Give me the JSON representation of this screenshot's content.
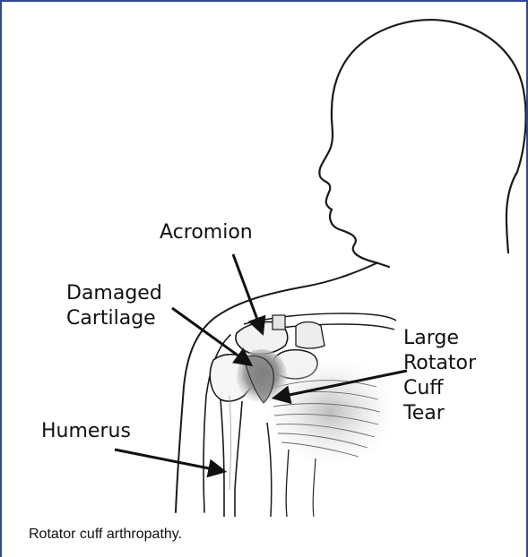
{
  "labels": {
    "acromion": "Acromion",
    "damaged_cartilage_line1": "Damaged",
    "damaged_cartilage_line2": "Cartilage",
    "large_tear_line1": "Large",
    "large_tear_line2": "Rotator",
    "large_tear_line3": "Cuff",
    "large_tear_line4": "Tear",
    "humerus": "Humerus"
  },
  "caption": "Rotator cuff arthropathy.",
  "colors": {
    "frame_border": "#2e4a8c",
    "line_art": "#1a1a1a",
    "text": "#111111"
  }
}
